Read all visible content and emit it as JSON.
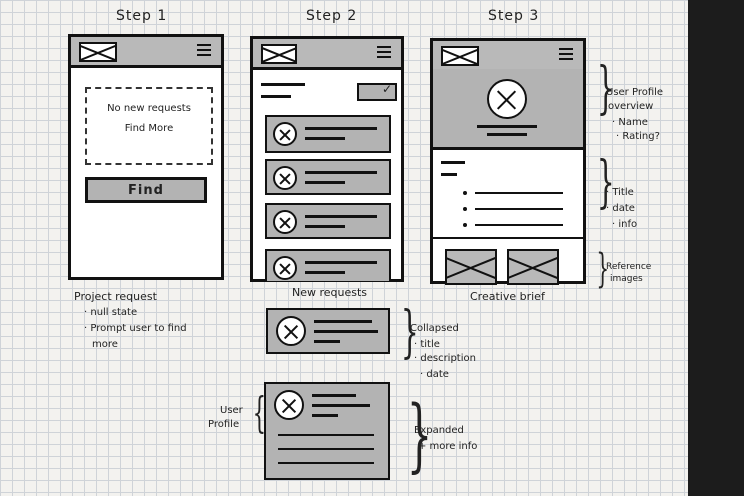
{
  "steps": [
    {
      "title": "Step 1"
    },
    {
      "title": "Step 2"
    },
    {
      "title": "Step 3"
    }
  ],
  "step1": {
    "empty_line1": "No new requests",
    "empty_line2": "Find More",
    "find_button": "Find",
    "caption": "Project request",
    "notes": [
      "· null state",
      "· Prompt user to find",
      "  more"
    ]
  },
  "step2": {
    "caption": "New requests"
  },
  "step3": {
    "caption": "Creative brief",
    "notes_profile": [
      "User Profile",
      "overview",
      "· Name",
      "· Rating?"
    ],
    "notes_info": [
      "· Title",
      "· date",
      "· info"
    ],
    "notes_images": [
      "Reference",
      "images"
    ]
  },
  "collapsed": {
    "notes": [
      "Collapsed",
      "· title",
      "· description",
      "· date"
    ]
  },
  "expanded": {
    "left_note": [
      "User",
      "Profile"
    ],
    "notes": [
      "Expanded",
      "+ more info"
    ]
  }
}
